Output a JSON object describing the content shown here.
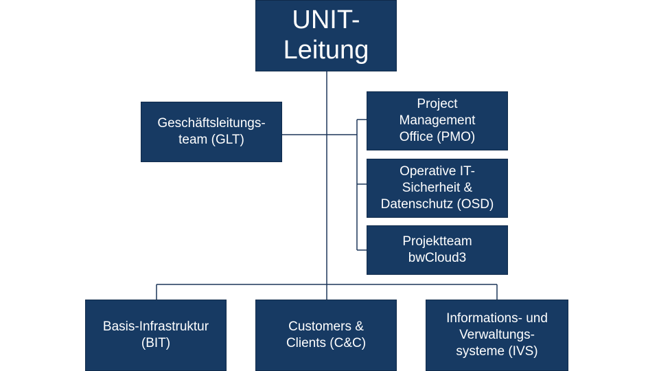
{
  "org_chart": {
    "top": {
      "label": "UNIT-\nLeitung"
    },
    "staff_left": {
      "label": "Geschäftsleitungs-\nteam (GLT)"
    },
    "staff_right": [
      {
        "label": "Project\nManagement\nOffice (PMO)"
      },
      {
        "label": "Operative IT-\nSicherheit &\nDatenschutz (OSD)"
      },
      {
        "label": "Projektteam\nbwCloud3"
      }
    ],
    "departments": [
      {
        "label": "Basis-Infrastruktur\n(BIT)"
      },
      {
        "label": "Customers &\nClients (C&C)"
      },
      {
        "label": "Informations- und\nVerwaltungs-\nsysteme (IVS)"
      }
    ]
  },
  "colors": {
    "box_fill": "#173a63",
    "box_text": "#ffffff",
    "connector": "#1b3558"
  }
}
